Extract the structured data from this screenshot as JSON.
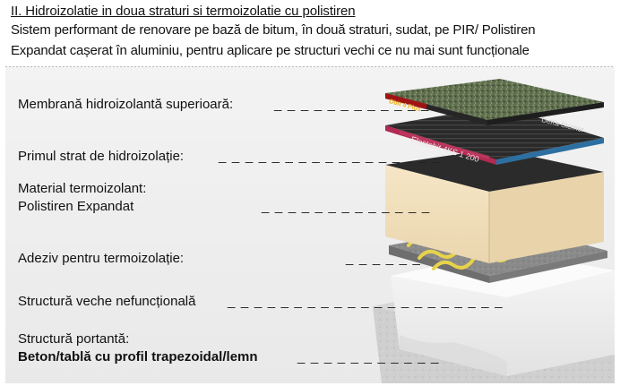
{
  "header": {
    "title": "II. Hidroizolatie in doua straturi si termoizolatie cu polistiren",
    "line1": "Sistem performant de renovare pe bază de bitum, în două straturi, sudat, pe PIR/ Polistiren",
    "line2": "Expandat cașerat în aluminiu, pentru aplicare pe structuri vechi ce nu mai sunt funcționale"
  },
  "layers": [
    {
      "label": "Membrană hidroizolantă superioară:",
      "dashes": "_ _ _ _ _ _ _ _ _ _ _ _"
    },
    {
      "label": "Primul strat de hidroizolație:",
      "dashes": "_ _ _ _ _ _ _ _ _ _ _ _ _ _ _ _ _"
    },
    {
      "label": "Material termoizolant:",
      "label2": "Polistiren Expandat",
      "dashes": "_ _ _ _ _ _ _ _ _ _ _ _ _"
    },
    {
      "label": "Adeziv pentru termoizolație:",
      "dashes": "_ _ _ _ _ _"
    },
    {
      "label": "Structură veche nefuncțională",
      "dashes": "_ _ _ _ _ _ _ _ _ _ _ _ _ _ _ _ _ _ _ _ _"
    },
    {
      "label": "Structură portantă:",
      "label2": "Beton/tablă cu profil trapezoidal/lemn",
      "dashes": "_ _ _ _ _ _ _ _ _ _ _"
    }
  ],
  "membrane_texts": {
    "top_edge": "Dbit 4 Plus",
    "second_edge": "Elastobit 4KS 1 200",
    "second_edge_right": "DeKa Sterner"
  }
}
